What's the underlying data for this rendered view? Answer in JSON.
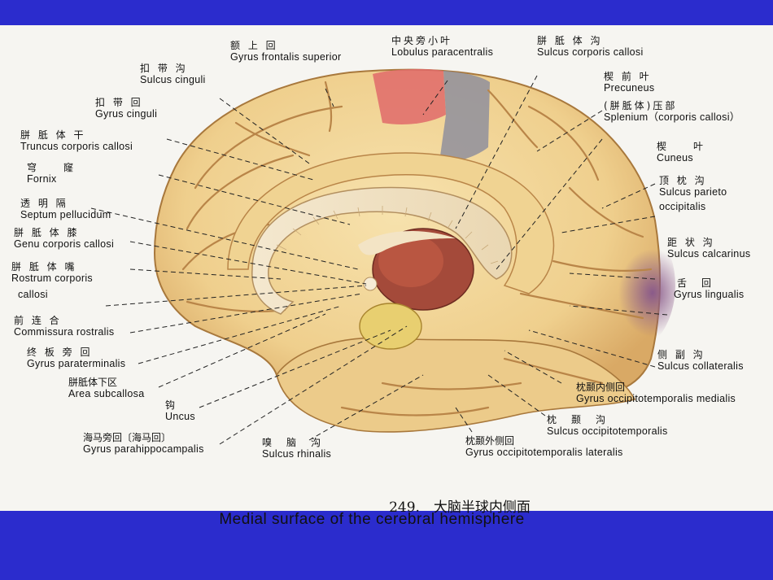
{
  "labels": {
    "gyrus_frontalis_superior": {
      "zh": "额 上 回",
      "en": "Gyrus frontalis superior"
    },
    "lobulus_paracentralis": {
      "zh": "中央旁小叶",
      "en": "Lobulus paracentralis"
    },
    "sulcus_corporis_callosi": {
      "zh": "胼 胝 体 沟",
      "en": "Sulcus corporis callosi"
    },
    "sulcus_cinguli": {
      "zh": "扣 带 沟",
      "en": "Sulcus cinguli"
    },
    "precuneus": {
      "zh": "楔 前 叶",
      "en": "Precuneus"
    },
    "gyrus_cinguli": {
      "zh": "扣 带 回",
      "en": "Gyrus cinguli"
    },
    "splenium": {
      "zh": "(胼胝体)压部",
      "en": "Splenium（corporis callosi）"
    },
    "truncus": {
      "zh": "胼 胝 体 干",
      "en": "Truncus corporis  callosi"
    },
    "cuneus": {
      "zh": "楔　　叶",
      "en": "Cuneus"
    },
    "fornix": {
      "zh": "穹　　窿",
      "en": "Fornix"
    },
    "sulcus_parieto": {
      "zh": "顶 枕 沟",
      "en": "Sulcus parieto",
      "en2": "occipitalis"
    },
    "septum": {
      "zh": "透 明 隔",
      "en": "Septum pellucidum"
    },
    "genu": {
      "zh": "胼 胝 体 膝",
      "en": "Genu corporis callosi"
    },
    "sulcus_calcarinus": {
      "zh": "距 状 沟",
      "en": "Sulcus calcarinus"
    },
    "rostrum": {
      "zh": "胼 胝 体 嘴",
      "en": "Rostrum corporis",
      "en2": "callosi"
    },
    "gyrus_lingualis": {
      "zh": "舌　回",
      "en": "Gyrus lingualis"
    },
    "commissura": {
      "zh": "前 连 合",
      "en": "Commissura rostralis"
    },
    "paraterminalis": {
      "zh": "终 板 旁 回",
      "en": "Gyrus paraterminalis"
    },
    "sulcus_collateralis": {
      "zh": "侧 副 沟",
      "en": "Sulcus collateralis"
    },
    "subcallosa": {
      "zh": "胼胝体下区",
      "en": "Area subcallosa"
    },
    "ot_medialis": {
      "zh": "枕颞内侧回",
      "en": "Gyrus occipitotemporalis medialis"
    },
    "uncus": {
      "zh": "钩",
      "en": "Uncus"
    },
    "sulcus_ot": {
      "zh": "枕　颞　沟",
      "en": "Sulcus occipitotemporalis"
    },
    "parahippocampalis": {
      "zh": "海马旁回〔海马回〕",
      "en": "Gyrus parahippocampalis"
    },
    "sulcus_rhinalis": {
      "zh": "嗅　脑　沟",
      "en": "Sulcus rhinalis"
    },
    "ot_lateralis": {
      "zh": "枕颞外侧回",
      "en": "Gyrus occipitotemporalis lateralis"
    }
  },
  "caption": {
    "zh": "249.　大脑半球内侧面",
    "en": "Medial surface of the cerebral hemisphere"
  },
  "colors": {
    "frame": "#2b2ccd",
    "paper": "#f6f5f1",
    "brain": "#f2d89a",
    "gyrus_shadow": "#c99a5a",
    "paracentral_red": "#e06060",
    "paracentral_gray": "#8c8c98",
    "occipital_purple": "#7a4f7a"
  }
}
